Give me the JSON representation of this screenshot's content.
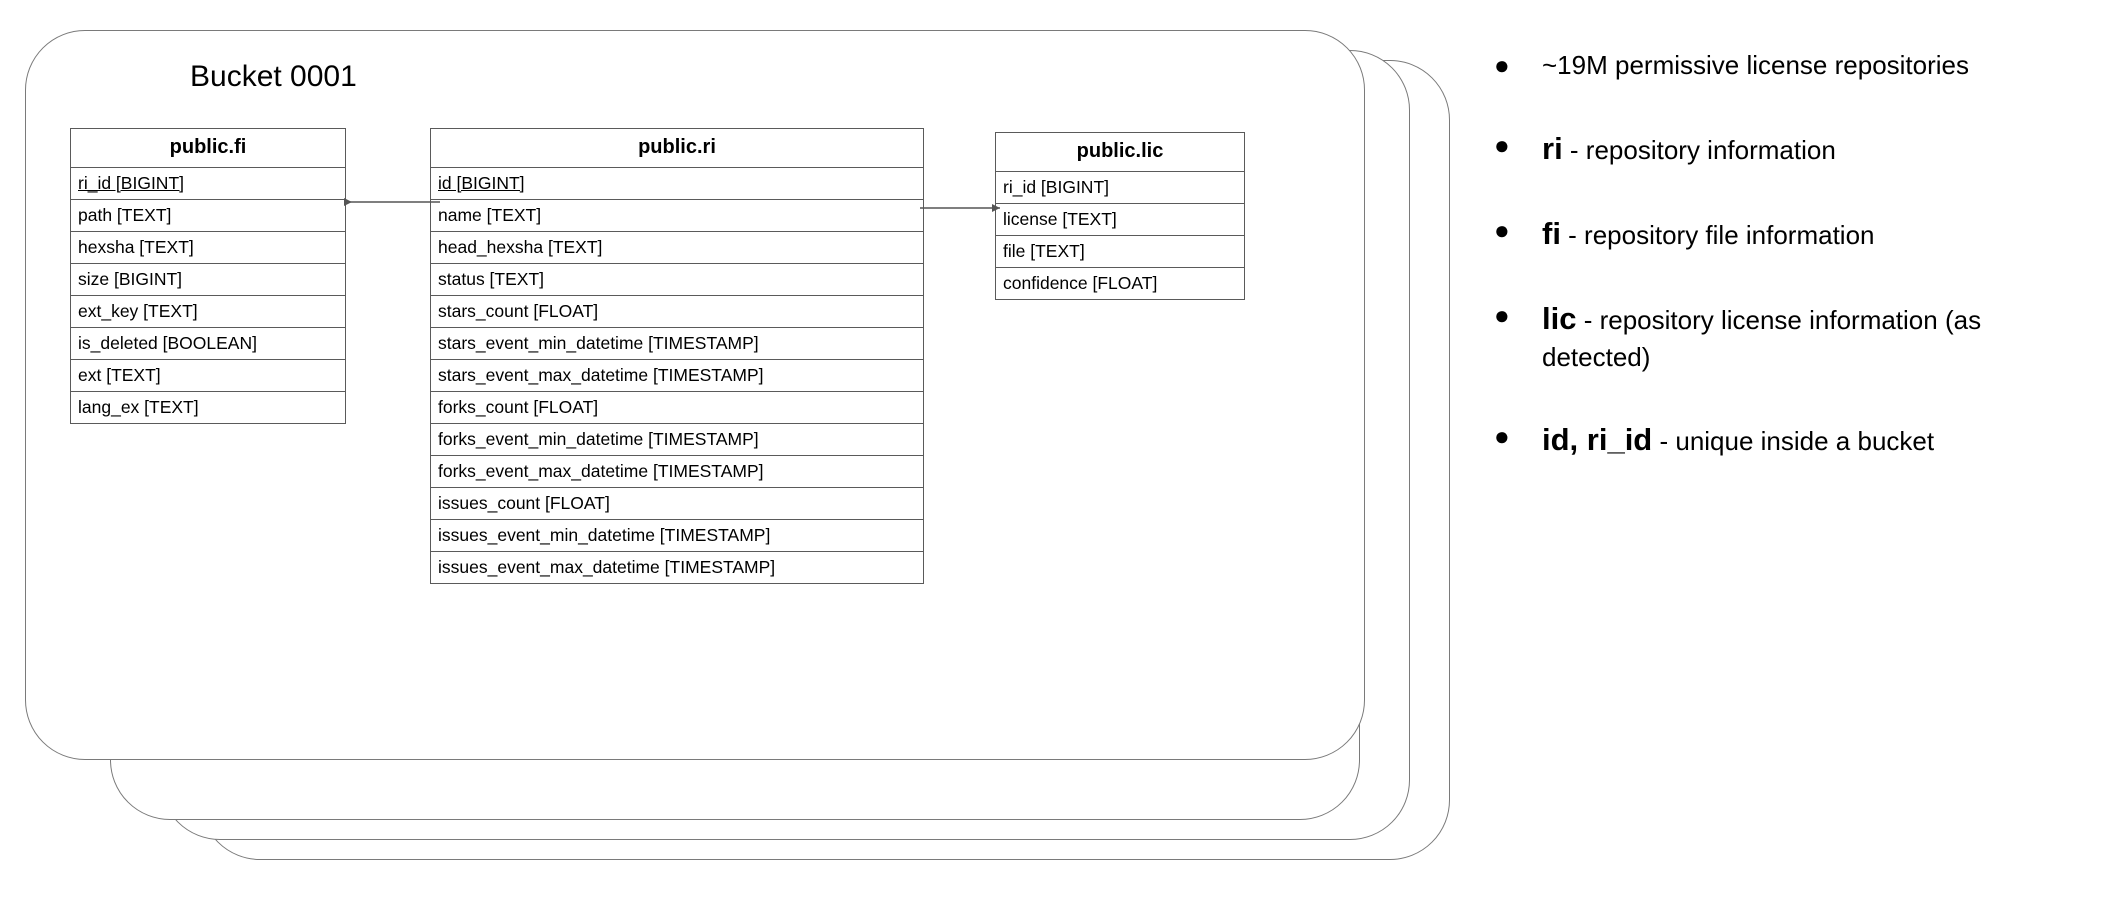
{
  "diagram": {
    "bucket_title": "Bucket 0001",
    "stack_count": 4,
    "tables": [
      {
        "id": "fi",
        "title": "public.fi",
        "columns": [
          {
            "name": "ri_id",
            "type": "BIGINT",
            "label": "ri_id [BIGINT]",
            "key": true
          },
          {
            "name": "path",
            "type": "TEXT",
            "label": "path [TEXT]",
            "key": false
          },
          {
            "name": "hexsha",
            "type": "TEXT",
            "label": "hexsha [TEXT]",
            "key": false
          },
          {
            "name": "size",
            "type": "BIGINT",
            "label": "size [BIGINT]",
            "key": false
          },
          {
            "name": "ext_key",
            "type": "TEXT",
            "label": "ext_key [TEXT]",
            "key": false
          },
          {
            "name": "is_deleted",
            "type": "BOOLEAN",
            "label": "is_deleted [BOOLEAN]",
            "key": false
          },
          {
            "name": "ext",
            "type": "TEXT",
            "label": "ext [TEXT]",
            "key": false
          },
          {
            "name": "lang_ex",
            "type": "TEXT",
            "label": "lang_ex [TEXT]",
            "key": false
          }
        ]
      },
      {
        "id": "ri",
        "title": "public.ri",
        "columns": [
          {
            "name": "id",
            "type": "BIGINT",
            "label": "id [BIGINT]",
            "key": true
          },
          {
            "name": "name",
            "type": "TEXT",
            "label": "name [TEXT]",
            "key": false
          },
          {
            "name": "head_hexsha",
            "type": "TEXT",
            "label": "head_hexsha [TEXT]",
            "key": false
          },
          {
            "name": "status",
            "type": "TEXT",
            "label": "status [TEXT]",
            "key": false
          },
          {
            "name": "stars_count",
            "type": "FLOAT",
            "label": "stars_count [FLOAT]",
            "key": false
          },
          {
            "name": "stars_event_min_datetime",
            "type": "TIMESTAMP",
            "label": "stars_event_min_datetime [TIMESTAMP]",
            "key": false
          },
          {
            "name": "stars_event_max_datetime",
            "type": "TIMESTAMP",
            "label": "stars_event_max_datetime [TIMESTAMP]",
            "key": false
          },
          {
            "name": "forks_count",
            "type": "FLOAT",
            "label": "forks_count [FLOAT]",
            "key": false
          },
          {
            "name": "forks_event_min_datetime",
            "type": "TIMESTAMP",
            "label": "forks_event_min_datetime [TIMESTAMP]",
            "key": false
          },
          {
            "name": "forks_event_max_datetime",
            "type": "TIMESTAMP",
            "label": "forks_event_max_datetime [TIMESTAMP]",
            "key": false
          },
          {
            "name": "issues_count",
            "type": "FLOAT",
            "label": "issues_count [FLOAT]",
            "key": false
          },
          {
            "name": "issues_event_min_datetime",
            "type": "TIMESTAMP",
            "label": "issues_event_min_datetime [TIMESTAMP]",
            "key": false
          },
          {
            "name": "issues_event_max_datetime",
            "type": "TIMESTAMP",
            "label": "issues_event_max_datetime [TIMESTAMP]",
            "key": false
          }
        ]
      },
      {
        "id": "lic",
        "title": "public.lic",
        "columns": [
          {
            "name": "ri_id",
            "type": "BIGINT",
            "label": "ri_id [BIGINT]",
            "key": true
          },
          {
            "name": "license",
            "type": "TEXT",
            "label": "license [TEXT]",
            "key": false
          },
          {
            "name": "file",
            "type": "TEXT",
            "label": "file [TEXT]",
            "key": false
          },
          {
            "name": "confidence",
            "type": "FLOAT",
            "label": "confidence [FLOAT]",
            "key": false
          }
        ]
      }
    ],
    "relations": [
      {
        "from": "ri.id",
        "to": "fi.ri_id",
        "direction": "left"
      },
      {
        "from": "ri.id",
        "to": "lic.ri_id",
        "direction": "right"
      }
    ]
  },
  "notes": {
    "items": [
      {
        "term": "",
        "rest": "~19M permissive license repositories"
      },
      {
        "term": "ri",
        "rest": " - repository information"
      },
      {
        "term": "fi",
        "rest": "  - repository file information"
      },
      {
        "term": "lic",
        "rest": " - repository license information (as detected)"
      },
      {
        "term": "id, ri_id",
        "rest": " - unique inside a bucket"
      }
    ]
  },
  "colors": {
    "stroke": "#5a5a5a",
    "card_stroke": "#7a7a7a",
    "text": "#000000",
    "background": "#ffffff"
  }
}
